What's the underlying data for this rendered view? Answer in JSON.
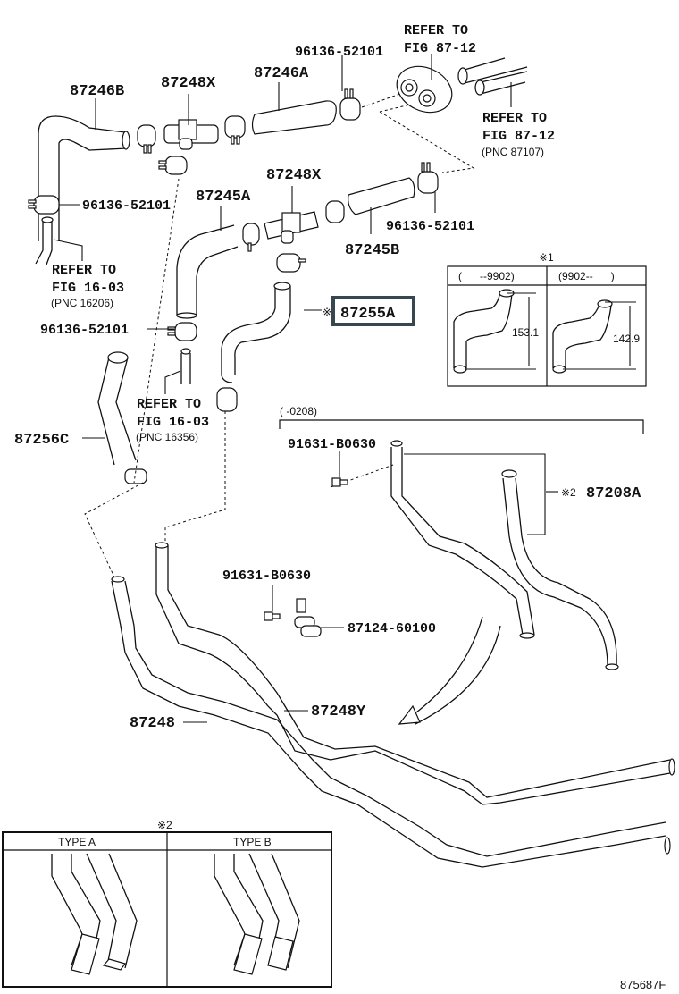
{
  "figure_id": "875687F",
  "highlighted_part": "87255A",
  "labels": {
    "p87246B": "87246B",
    "p87248X_top": "87248X",
    "p87246A": "87246A",
    "p96136_top": "96136-52101",
    "refer_top_1": "REFER TO",
    "refer_top_2": "FIG 87-12",
    "refer_right_1": "REFER TO",
    "refer_right_2": "FIG 87-12",
    "refer_right_pnc": "(PNC 87107)",
    "p87248X_mid": "87248X",
    "p87245A": "87245A",
    "p96136_left": "96136-52101",
    "p96136_right": "96136-52101",
    "p87245B": "87245B",
    "refer_left_1": "REFER TO",
    "refer_left_2": "FIG 16-03",
    "refer_left_pnc": "(PNC 16206)",
    "note_mark_1": "※",
    "p87255A": "87255A",
    "p96136_mid": "96136-52101",
    "refer_mid_1": "REFER TO",
    "refer_mid_2": "FIG 16-03",
    "refer_mid_pnc": "(PNC 16356)",
    "p87256C": "87256C",
    "range_0208": "(      -0208)",
    "p91631_top": "91631-B0630",
    "note_mark_2": "※2",
    "p87208A": "87208A",
    "p91631_mid": "91631-B0630",
    "p87124": "87124-60100",
    "p87248Y": "87248Y",
    "p87248": "87248"
  },
  "inset_1": {
    "mark": "※1",
    "columns": [
      {
        "header": "(      --9902)",
        "dimension": "153.1"
      },
      {
        "header": "(9902--      )",
        "dimension": "142.9"
      }
    ]
  },
  "inset_2": {
    "mark": "※2",
    "columns": [
      {
        "header": "TYPE A"
      },
      {
        "header": "TYPE B"
      }
    ]
  },
  "colors": {
    "line": "#111111",
    "highlight_border": "#37474f",
    "background": "#ffffff"
  }
}
